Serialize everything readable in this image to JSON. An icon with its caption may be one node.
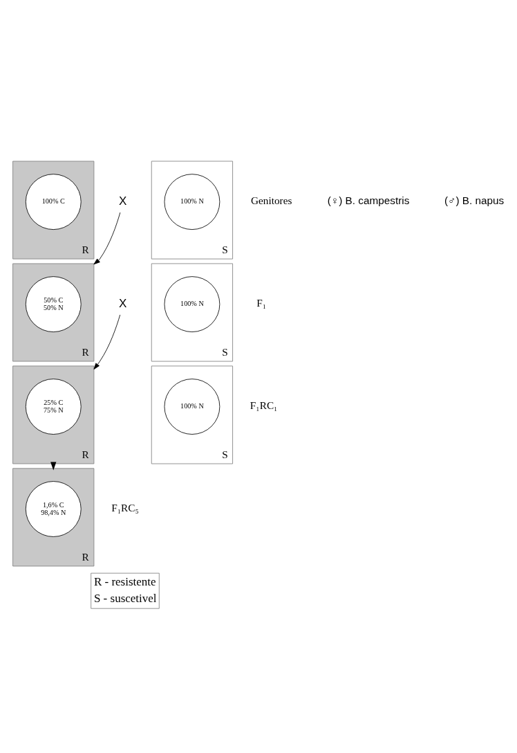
{
  "diagram": {
    "nodes": [
      {
        "text": [
          "R"
        ]
      },
      {
        "text": [
          "100% C"
        ],
        "in": 0
      },
      {
        "text": [
          "S"
        ]
      },
      {
        "text": [
          "100% N"
        ],
        "in": 2
      },
      {
        "text": [
          "X"
        ]
      },
      {
        "text": [
          "R"
        ]
      },
      {
        "text": [
          "50% C",
          "50% N"
        ],
        "in": 5
      },
      {
        "text": [
          "S"
        ]
      },
      {
        "text": [
          "100% N"
        ],
        "in": 7
      },
      {
        "text": [
          "X"
        ]
      },
      {
        "text": [
          "R"
        ]
      },
      {
        "text": [
          "25% C",
          "75% N"
        ],
        "in": 10
      },
      {
        "text": [
          "S"
        ]
      },
      {
        "text": [
          "100% N"
        ],
        "in": 12
      },
      {
        "text": [
          "R"
        ]
      },
      {
        "text": [
          "1,6% C",
          "98,4% N"
        ],
        "in": 14
      }
    ],
    "edges": [
      {
        "from": 4,
        "to": 5,
        "arrow": "to"
      },
      {
        "from": 9,
        "to": 10,
        "arrow": "to"
      },
      {
        "from": 10,
        "to": 14,
        "arrow": "to",
        "style": "dashed"
      }
    ],
    "labels": [
      "Genitores",
      "(♀) B. campestris",
      "(♂) B. napus",
      "F₁",
      "F₁RC₁",
      "F₁RC₅",
      "R - resistente",
      "S - suscetivel"
    ]
  }
}
